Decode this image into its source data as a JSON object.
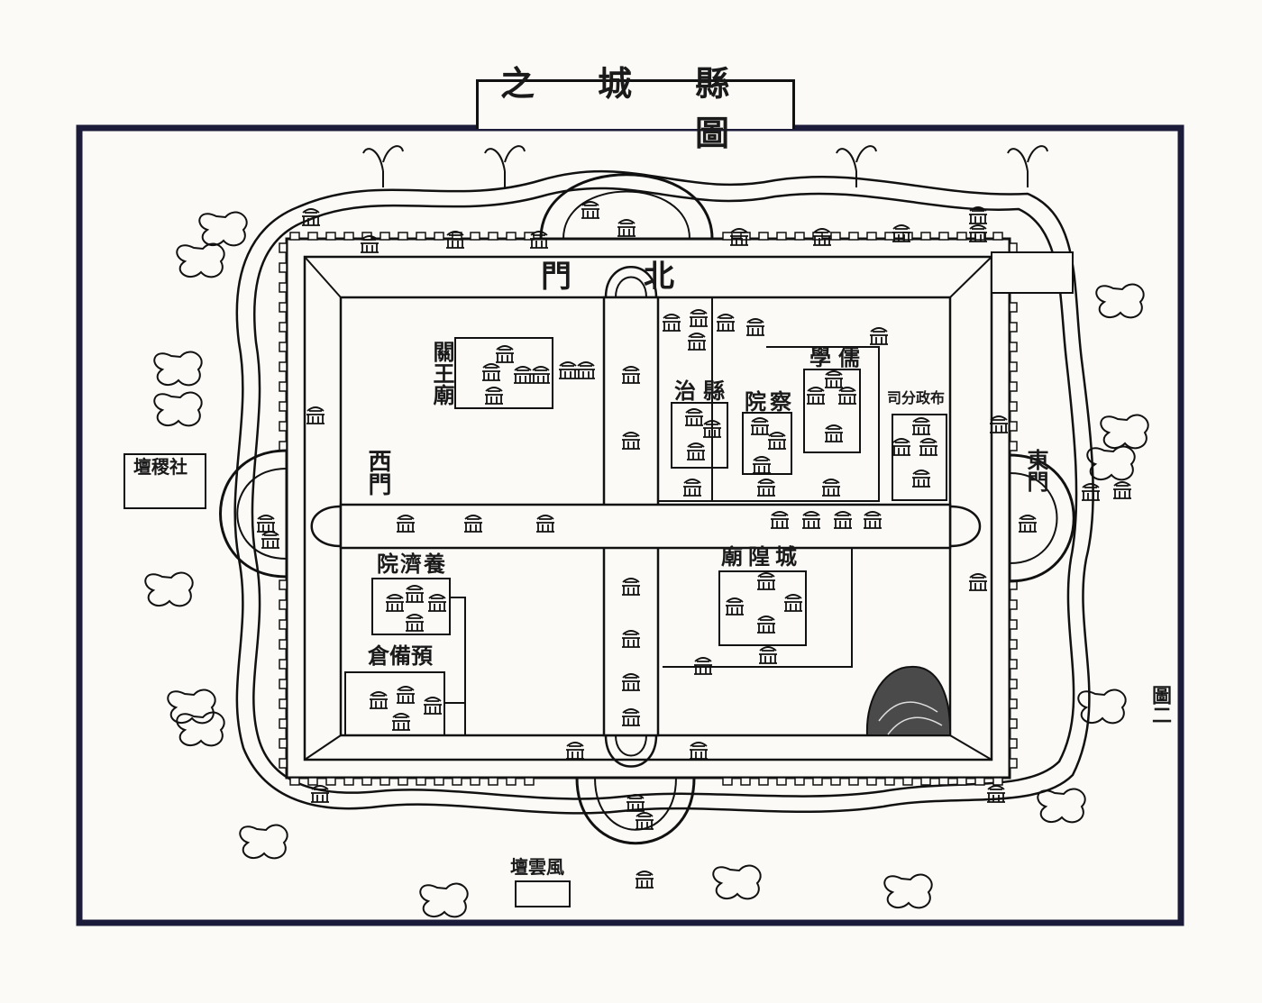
{
  "title": "縣城之圖",
  "labels": {
    "north_gate": "北門",
    "west_gate": "西門",
    "east_gate": "東門",
    "guan_wang_miao": "關王廟",
    "xian_zhi": "縣治",
    "cha_yuan": "察院",
    "ru_xue": "儒學",
    "bu_zheng_fen_si": "布政分司",
    "she_ji_tan": "社稷壇",
    "yang_ji_yuan": "養濟院",
    "yu_bei_cang": "預備倉",
    "cheng_huang_miao": "城隍廟",
    "feng_yun_tan": "風雲壇",
    "fig_no": "圖二"
  },
  "colors": {
    "ink": "#111111",
    "paper": "#fbfaf6",
    "frame": "#1c1c3a"
  }
}
